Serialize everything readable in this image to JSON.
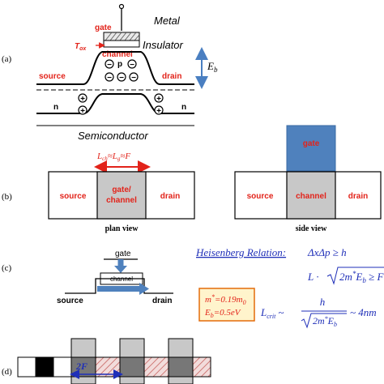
{
  "panel_labels": {
    "a": "(a)",
    "b": "(b)",
    "c": "(c)",
    "d": "(d)"
  },
  "panel_a": {
    "metal": "Metal",
    "gate": "gate",
    "tox": "T",
    "tox_sub": "ox",
    "insulator": "Insulator",
    "channel": "channel",
    "p": "p",
    "source": "source",
    "drain": "drain",
    "n_left": "n",
    "n_right": "n",
    "semiconductor": "Semiconductor",
    "eb": "E",
    "eb_sub": "b",
    "minus_sign": "−",
    "plus_sign": "+"
  },
  "panel_b": {
    "length_label": "L",
    "length_label_sub_1": "ch",
    "length_label_mid": "≈L",
    "length_label_sub_2": "g",
    "length_label_end": "≈F",
    "plan": {
      "source": "source",
      "gate_line1": "gate/",
      "gate_line2": "channel",
      "drain": "drain",
      "caption": "plan view"
    },
    "side": {
      "gate": "gate",
      "source": "source",
      "channel": "channel",
      "drain": "drain",
      "caption": "side view"
    }
  },
  "panel_c": {
    "gate": "gate",
    "channel": "channel",
    "source": "source",
    "drain": "drain",
    "heisenberg_title": "Heisenberg Relation:",
    "relation1_a": "ΔxΔp ≥ h",
    "relation2_a": "L ·",
    "relation2_b": "2m",
    "relation2_c": "*",
    "relation2_d": "E",
    "relation2_e": "b",
    "relation2_f": " ≥ F",
    "params_line1_a": "m",
    "params_line1_b": "*",
    "params_line1_c": "=0.19m",
    "params_line1_d": "0",
    "params_line2_a": "E",
    "params_line2_b": "b",
    "params_line2_c": "=0.5eV",
    "lcrit_a": "L",
    "lcrit_b": "crit",
    "lcrit_c": "~",
    "lcrit_num": "h",
    "lcrit_den_a": "2m",
    "lcrit_den_b": "*",
    "lcrit_den_c": "E",
    "lcrit_den_d": "b",
    "lcrit_result": "~ 4nm"
  },
  "panel_d": {
    "label_2f": "2F"
  },
  "colors": {
    "red_label": "#e2231a",
    "blue_accent": "#1f2fb8",
    "eb_arrow": "#4a7fc1",
    "gate_blue": "#4f81bd",
    "channel_gray": "#c8c8c8",
    "param_box_fill": "#fff4cc",
    "param_box_border": "#e36c0a",
    "hatch_red": "#c0504d"
  }
}
